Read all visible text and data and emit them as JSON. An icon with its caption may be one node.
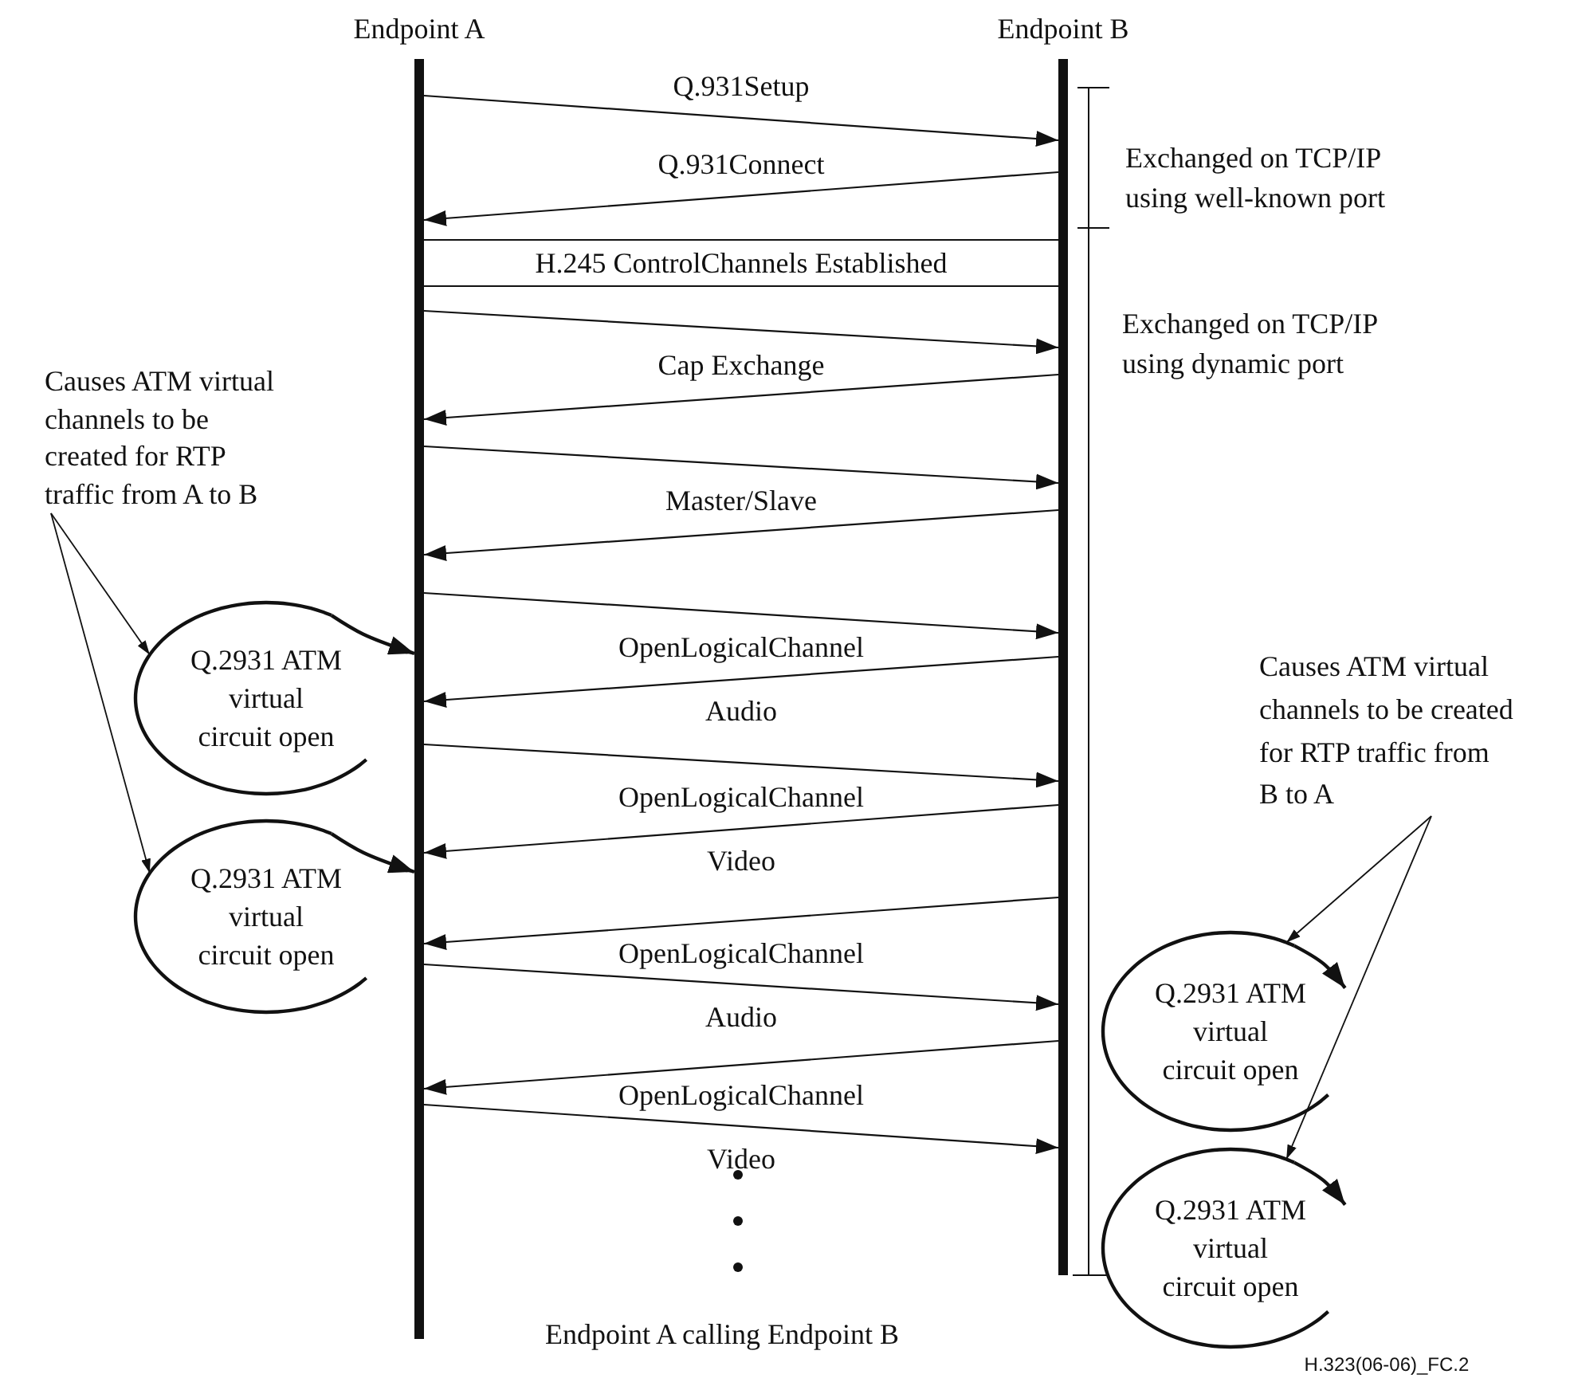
{
  "diagram": {
    "caption": "Endpoint A calling Endpoint B",
    "nodes": [
      {
        "text": [
          "Endpoint A"
        ]
      },
      {
        "text": [
          "Endpoint B"
        ]
      },
      {
        "text": [
          "H.245 ControlChannels Established"
        ]
      },
      {
        "text": [
          "Causes ATM virtual channels to be created for RTP traffic from A to B"
        ]
      },
      {
        "text": [
          "Q.2931 ATM virtual circuit open"
        ]
      },
      {
        "text": [
          "Q.2931 ATM virtual circuit open"
        ]
      },
      {
        "text": [
          "Causes ATM virtual channels to be created for RTP traffic from B to A"
        ]
      },
      {
        "text": [
          "Q.2931 ATM virtual circuit open"
        ]
      },
      {
        "text": [
          "Q.2931 ATM virtual circuit open"
        ]
      }
    ],
    "edges": [
      {
        "from": 0,
        "to": 1,
        "arrow": "to",
        "label": "Q.931Setup"
      },
      {
        "from": 1,
        "to": 0,
        "arrow": "to",
        "label": "Q.931Connect"
      },
      {
        "from": 0,
        "to": 1,
        "arrow": "to"
      },
      {
        "from": 1,
        "to": 0,
        "arrow": "to",
        "label": "Cap Exchange"
      },
      {
        "from": 0,
        "to": 1,
        "arrow": "to"
      },
      {
        "from": 1,
        "to": 0,
        "arrow": "to",
        "label": "Master/Slave"
      },
      {
        "from": 0,
        "to": 1,
        "arrow": "to"
      },
      {
        "from": 1,
        "to": 0,
        "arrow": "to",
        "label": "OpenLogicalChannel Audio"
      },
      {
        "from": 0,
        "to": 1,
        "arrow": "to"
      },
      {
        "from": 1,
        "to": 0,
        "arrow": "to",
        "label": "OpenLogicalChannel Video"
      },
      {
        "from": 1,
        "to": 0,
        "arrow": "to"
      },
      {
        "from": 0,
        "to": 1,
        "arrow": "to",
        "label": "OpenLogicalChannel Audio"
      },
      {
        "from": 1,
        "to": 0,
        "arrow": "to"
      },
      {
        "from": 0,
        "to": 1,
        "arrow": "to",
        "label": "OpenLogicalChannel Video"
      },
      {
        "from": 4,
        "to": 0,
        "arrow": "to"
      },
      {
        "from": 5,
        "to": 0,
        "arrow": "to"
      },
      {
        "from": 7,
        "to": 7,
        "arrow": "to"
      },
      {
        "from": 8,
        "to": 8,
        "arrow": "to"
      },
      {
        "from": 3,
        "to": 4,
        "arrow": "to"
      },
      {
        "from": 3,
        "to": 5,
        "arrow": "to"
      },
      {
        "from": 6,
        "to": 7,
        "arrow": "to"
      },
      {
        "from": 6,
        "to": 8,
        "arrow": "to"
      }
    ],
    "labels": [
      "Exchanged on TCP/IP using well-known port",
      "Exchanged on TCP/IP using dynamic port",
      "H.323(06-06)_FC.2"
    ]
  }
}
